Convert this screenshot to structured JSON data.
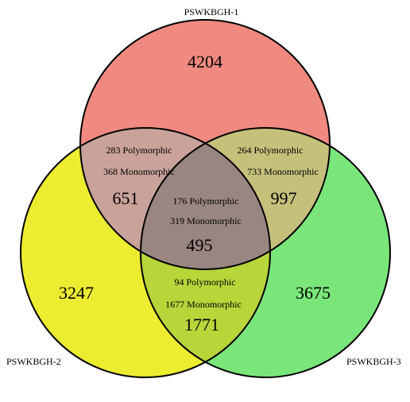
{
  "sets": [
    {
      "name": "PSWKBGH-1",
      "color": "#f08a80"
    },
    {
      "name": "PSWKBGH-2",
      "color": "#ecec30"
    },
    {
      "name": "PSWKBGH-3",
      "color": "#7ae67a"
    }
  ],
  "regions": {
    "only_1": {
      "count": "4204"
    },
    "only_2": {
      "count": "3247"
    },
    "only_3": {
      "count": "3675"
    },
    "r12": {
      "poly": "283 Polymorphic",
      "mono": "368 Monomorphic",
      "count": "651",
      "color": "#c9a29a"
    },
    "r13": {
      "poly": "264 Polymorphic",
      "mono": "733 Monomorphic",
      "count": "997",
      "color": "#c5c07a"
    },
    "r23": {
      "poly": "94 Polymorphic",
      "mono": "1677 Monomorphic",
      "count": "1771",
      "color": "#b8d53a"
    },
    "r123": {
      "poly": "176 Polymorphic",
      "mono": "319 Monomorphic",
      "count": "495",
      "color": "#9a8680"
    }
  },
  "outline_color": "#000000"
}
